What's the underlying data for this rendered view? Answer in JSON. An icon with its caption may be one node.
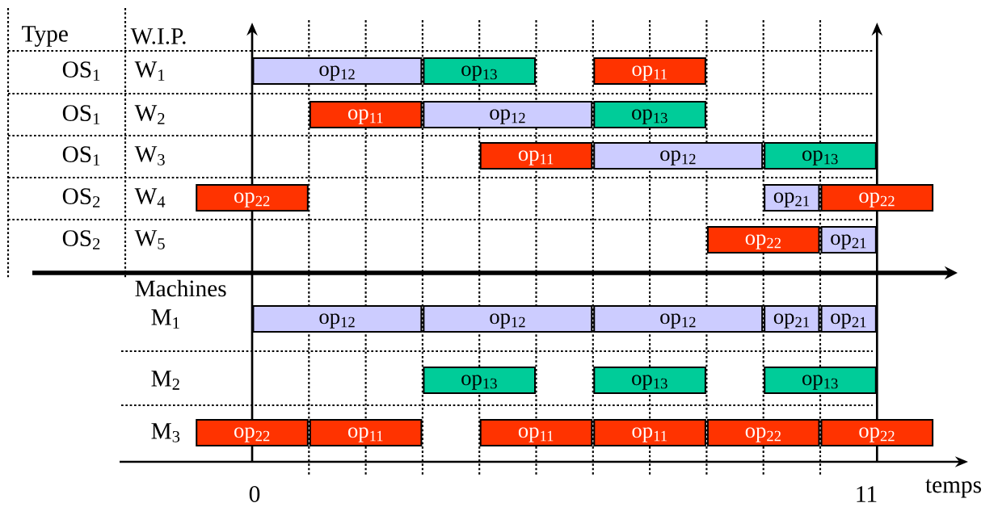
{
  "diagram": {
    "nodes": [
      {
        "text": [
          "op$_{12}$"
        ]
      },
      {
        "text": [
          "op$_{13}$"
        ]
      },
      {
        "text": [
          "op$_{11}$"
        ]
      },
      {
        "text": [
          "op$_{11}$"
        ]
      },
      {
        "text": [
          "op$_{12}$"
        ]
      },
      {
        "text": [
          "op$_{13}$"
        ]
      },
      {
        "text": [
          "op$_{11}$"
        ]
      },
      {
        "text": [
          "op$_{12}$"
        ]
      },
      {
        "text": [
          "op$_{13}$"
        ]
      },
      {
        "text": [
          "op$_{22}$"
        ]
      },
      {
        "text": [
          "op$_{21}$"
        ]
      },
      {
        "text": [
          "op$_{22}$"
        ]
      },
      {
        "text": [
          "op$_{22}$"
        ]
      },
      {
        "text": [
          "op$_{21}$"
        ]
      },
      {
        "text": [
          "op$_{12}$"
        ]
      },
      {
        "text": [
          "op$_{12}$"
        ]
      },
      {
        "text": [
          "op$_{12}$"
        ]
      },
      {
        "text": [
          "op$_{21}$"
        ]
      },
      {
        "text": [
          "op$_{21}$"
        ]
      },
      {
        "text": [
          "op$_{13}$"
        ]
      },
      {
        "text": [
          "op$_{13}$"
        ]
      },
      {
        "text": [
          "op$_{13}$"
        ]
      },
      {
        "text": [
          "op$_{22}$"
        ]
      },
      {
        "text": [
          "op$_{11}$"
        ]
      },
      {
        "text": [
          "op$_{11}$"
        ]
      },
      {
        "text": [
          "op$_{11}$"
        ]
      },
      {
        "text": [
          "op$_{22}$"
        ]
      },
      {
        "text": [
          "op$_{22}$"
        ]
      }
    ],
    "labels": [
      "Type",
      "W.I.P.",
      "OS$_{1}$",
      "W$_{1}$",
      "OS$_{1}$",
      "W$_{2}$",
      "OS$_{1}$",
      "W$_{3}$",
      "OS$_{2}$",
      "W$_{4}$",
      "OS$_{2}$",
      "W$_{5}$",
      "Machines",
      "M$_{1}$",
      "M$_{2}$",
      "M$_{3}$",
      "0",
      "11",
      "temps"
    ]
  }
}
